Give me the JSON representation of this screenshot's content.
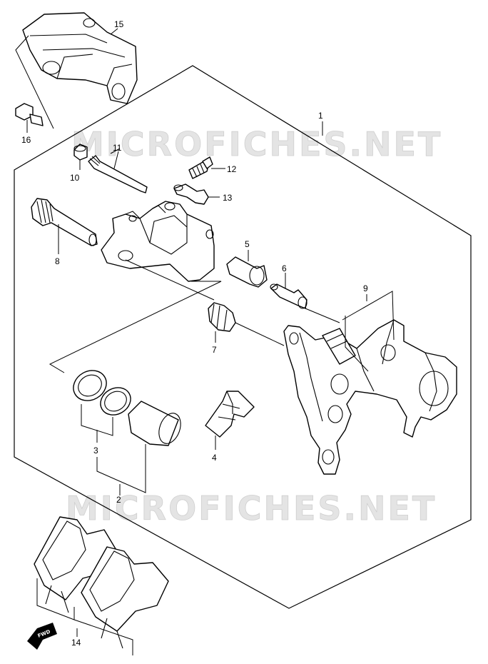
{
  "watermark": "MICROFICHES.NET",
  "fwd_label": "FWD",
  "callouts": {
    "n1": "1",
    "n2": "2",
    "n3": "3",
    "n4": "4",
    "n5": "5",
    "n6": "6",
    "n7": "7",
    "n8": "8",
    "n9": "9",
    "n10": "10",
    "n11": "11",
    "n12": "12",
    "n13": "13",
    "n14": "14",
    "n15": "15",
    "n16": "16"
  }
}
